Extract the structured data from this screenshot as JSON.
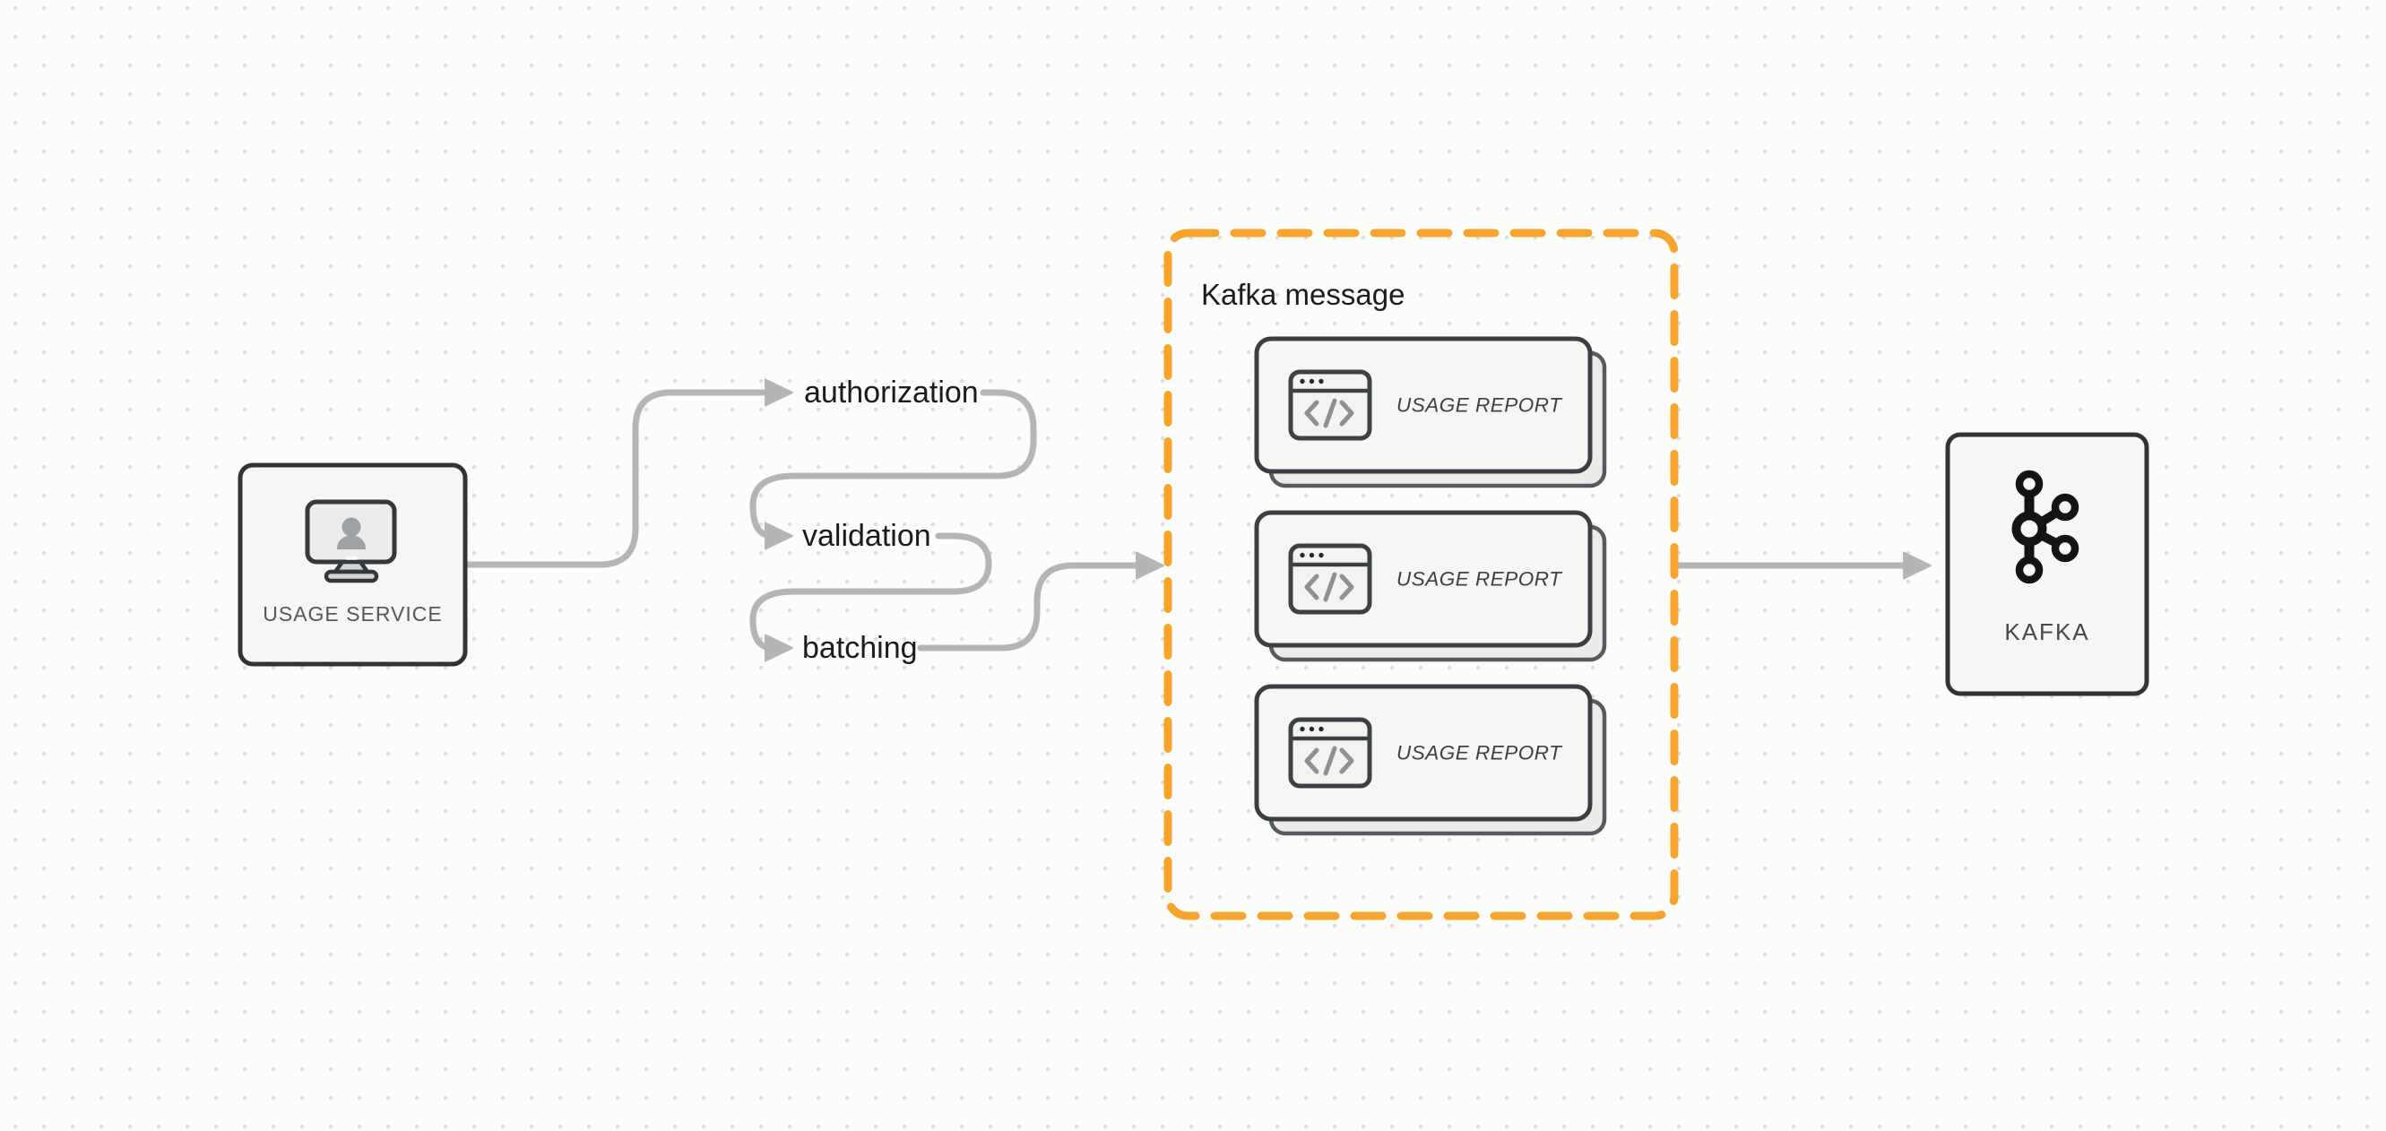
{
  "diagram": {
    "palette": {
      "background": "#fcfcfb",
      "grid_dot": "#dedede",
      "connector_gray": "#b5b5b5",
      "accent_orange": "#f7a42c",
      "node_border": "#2f3437",
      "node_fill": "#f6f6f4",
      "label_dark": "#1b1b1b",
      "label_muted": "#54585b"
    },
    "source_node": {
      "label": "USAGE SERVICE",
      "icon": "monitor-user-icon"
    },
    "steps": [
      {
        "label": "authorization"
      },
      {
        "label": "validation"
      },
      {
        "label": "batching"
      }
    ],
    "group": {
      "title": "Kafka message",
      "cards": [
        {
          "label": "USAGE REPORT",
          "icon": "code-window-icon"
        },
        {
          "label": "USAGE REPORT",
          "icon": "code-window-icon"
        },
        {
          "label": "USAGE REPORT",
          "icon": "code-window-icon"
        }
      ]
    },
    "target_node": {
      "label": "KAFKA",
      "icon": "kafka-logo-icon"
    }
  }
}
